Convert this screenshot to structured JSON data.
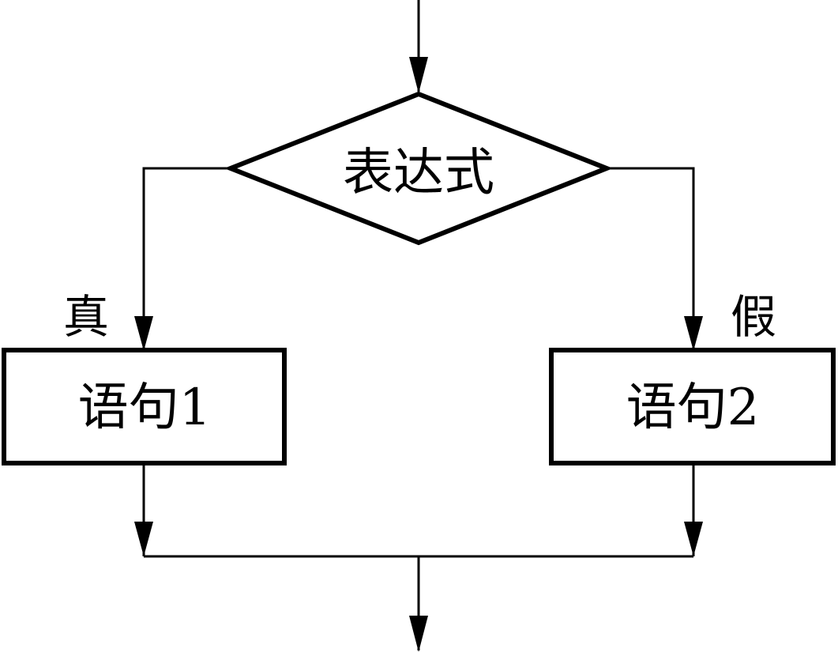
{
  "diagram": {
    "decision": {
      "label": "表达式"
    },
    "branches": {
      "true_label": "真",
      "false_label": "假"
    },
    "statements": {
      "left": "语句1",
      "right": "语句2"
    },
    "colors": {
      "stroke": "#000000",
      "background": "#ffffff"
    }
  }
}
